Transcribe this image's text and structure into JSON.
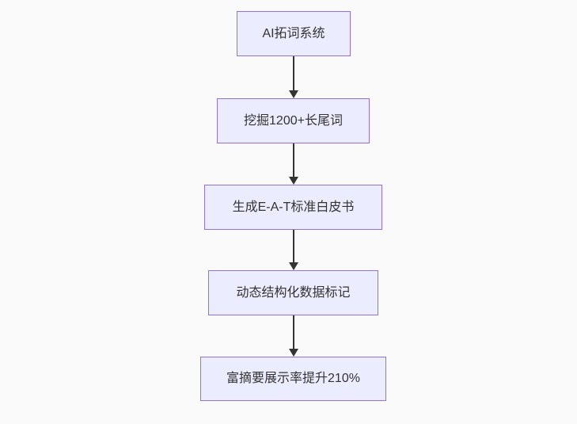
{
  "diagram": {
    "type": "flowchart",
    "direction": "top-to-bottom",
    "nodes": [
      {
        "id": "step-1",
        "label": "AI拓词系统"
      },
      {
        "id": "step-2",
        "label": "挖掘1200+长尾词"
      },
      {
        "id": "step-3",
        "label": "生成E-A-T标准白皮书"
      },
      {
        "id": "step-4",
        "label": "动态结构化数据标记"
      },
      {
        "id": "step-5",
        "label": "富摘要展示率提升210%"
      }
    ],
    "edges": [
      {
        "from": "step-1",
        "to": "step-2",
        "label": ""
      },
      {
        "from": "step-2",
        "to": "step-3",
        "label": ""
      },
      {
        "from": "step-3",
        "to": "step-4",
        "label": ""
      },
      {
        "from": "step-4",
        "to": "step-5",
        "label": ""
      }
    ],
    "colors": {
      "node_fill": "#ECECFF",
      "node_border": "#9370DB",
      "arrow": "#333333",
      "text": "#333333",
      "background": "#FAFAFA"
    }
  }
}
